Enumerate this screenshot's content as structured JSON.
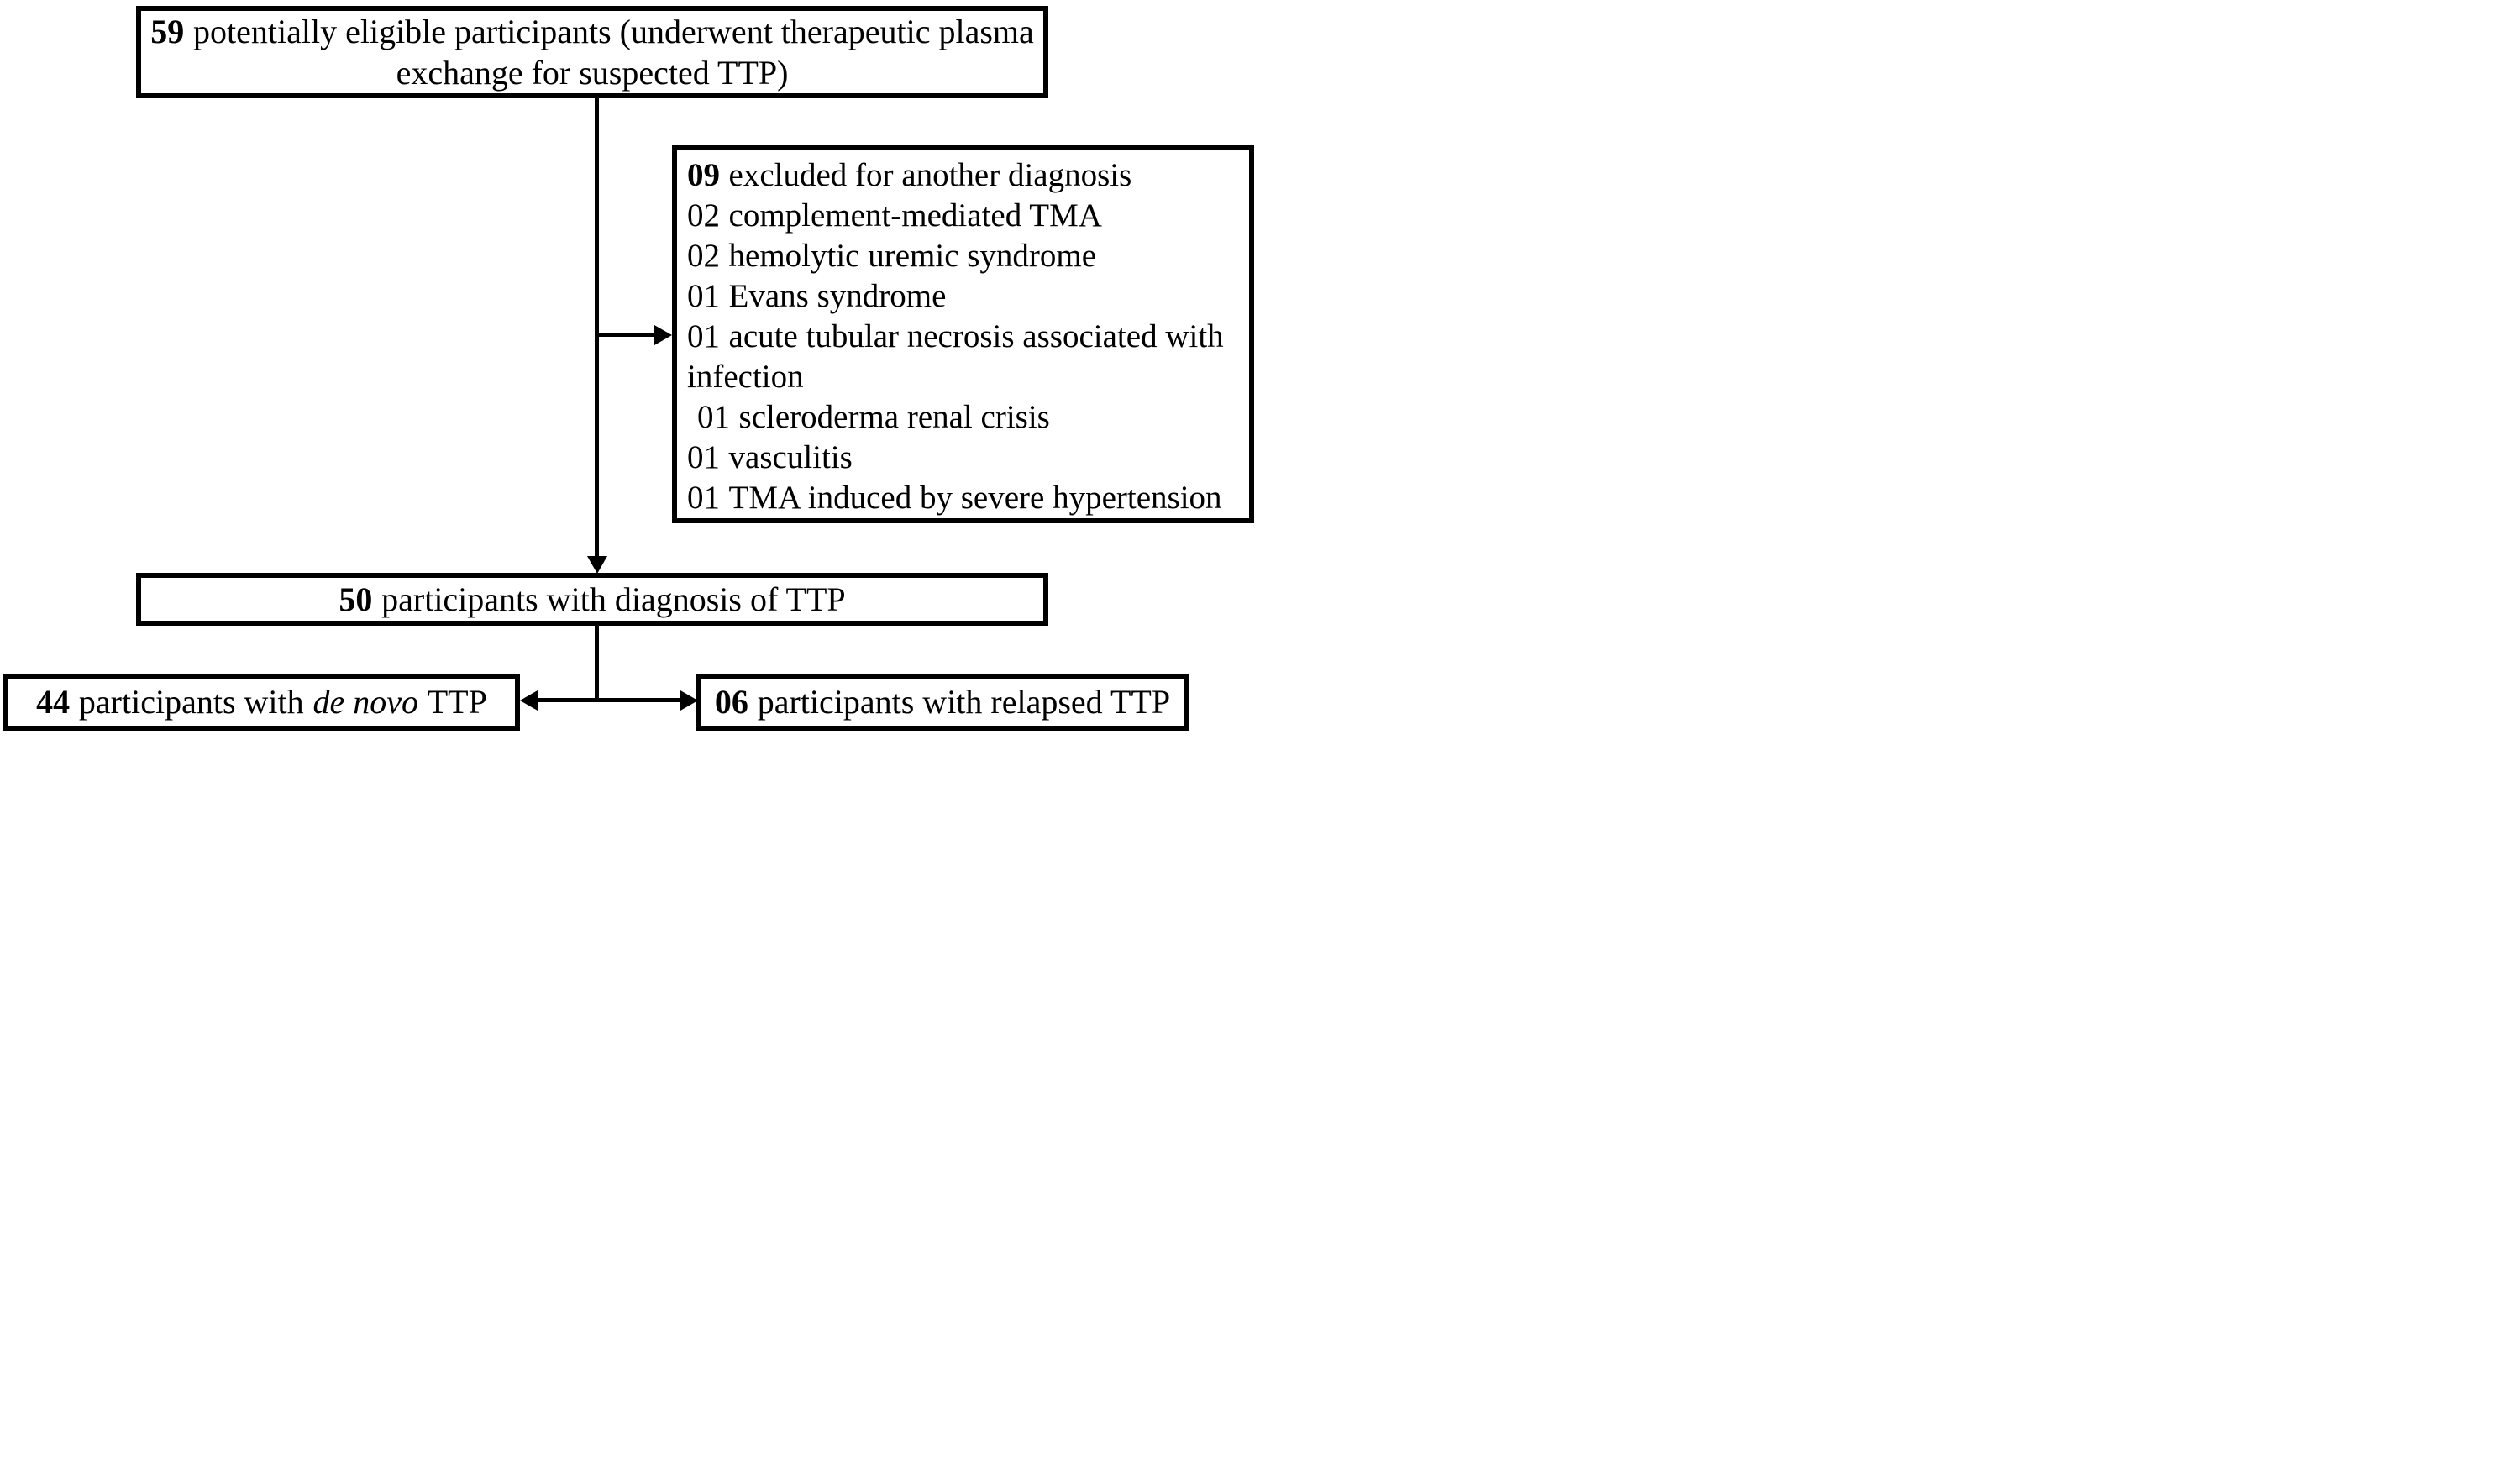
{
  "diagram": {
    "top_box": {
      "count": "59",
      "text": "potentially eligible participants (underwent therapeutic plasma exchange for suspected TTP)"
    },
    "excluded_box": {
      "header": {
        "count": "09",
        "text": "excluded for another diagnosis"
      },
      "reasons": [
        {
          "count": "02",
          "text": "complement-mediated TMA"
        },
        {
          "count": "02",
          "text": "hemolytic uremic syndrome"
        },
        {
          "count": "01",
          "text": "Evans syndrome"
        },
        {
          "count": "01",
          "text": "acute tubular necrosis associated with infection"
        },
        {
          "count": "01",
          "text": "scleroderma renal crisis"
        },
        {
          "count": "01",
          "text": "vasculitis"
        },
        {
          "count": "01",
          "text": "TMA induced by severe hypertension"
        }
      ]
    },
    "diagnosis_box": {
      "count": "50",
      "text": "participants with diagnosis of TTP"
    },
    "de_novo_box": {
      "count": "44",
      "pre": "participants with",
      "italic": "de novo",
      "post": "TTP"
    },
    "relapsed_box": {
      "count": "06",
      "text": "participants with relapsed TTP"
    }
  },
  "colors": {
    "line": "#000000",
    "background": "#ffffff",
    "text": "#000000"
  }
}
